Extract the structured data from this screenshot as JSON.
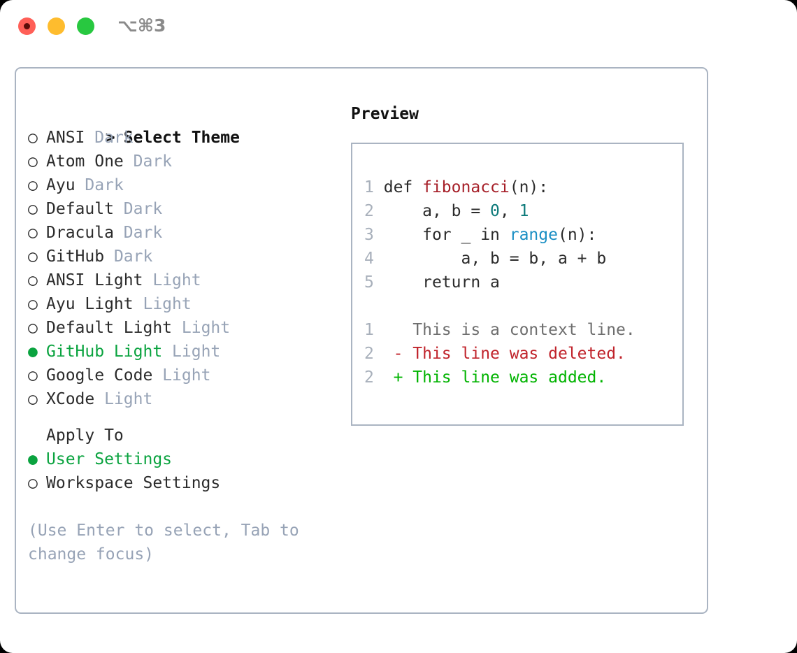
{
  "window": {
    "shortcut": "⌥⌘3",
    "traffic_lights": [
      {
        "name": "close",
        "color": "#ff5f57"
      },
      {
        "name": "minimize",
        "color": "#febc2e"
      },
      {
        "name": "maximize",
        "color": "#28c840"
      }
    ]
  },
  "theme_picker": {
    "header_prefix": "> ",
    "header": "Select Theme",
    "bullet_unselected": "○ ",
    "bullet_selected": "● ",
    "accent_color": "#0aa33f",
    "muted_color": "#97a3b6",
    "items": [
      {
        "name": "ANSI",
        "variant": "Dark",
        "selected": false
      },
      {
        "name": "Atom One",
        "variant": "Dark",
        "selected": false
      },
      {
        "name": "Ayu",
        "variant": "Dark",
        "selected": false
      },
      {
        "name": "Default",
        "variant": "Dark",
        "selected": false
      },
      {
        "name": "Dracula",
        "variant": "Dark",
        "selected": false
      },
      {
        "name": "GitHub",
        "variant": "Dark",
        "selected": false
      },
      {
        "name": "ANSI Light",
        "variant": "Light",
        "selected": false
      },
      {
        "name": "Ayu Light",
        "variant": "Light",
        "selected": false
      },
      {
        "name": "Default Light",
        "variant": "Light",
        "selected": false
      },
      {
        "name": "GitHub Light",
        "variant": "Light",
        "selected": true
      },
      {
        "name": "Google Code",
        "variant": "Light",
        "selected": false
      },
      {
        "name": "XCode",
        "variant": "Light",
        "selected": false
      }
    ]
  },
  "apply_to": {
    "header": "Apply To",
    "options": [
      {
        "label": "User Settings",
        "selected": true
      },
      {
        "label": "Workspace Settings",
        "selected": false
      }
    ]
  },
  "hint": "(Use Enter to select, Tab to change focus)",
  "preview": {
    "title": "Preview",
    "code_lines": [
      {
        "no": "1",
        "tokens": [
          {
            "t": "def ",
            "c": "plain"
          },
          {
            "t": "fibonacci",
            "c": "fn"
          },
          {
            "t": "(n):",
            "c": "plain"
          }
        ]
      },
      {
        "no": "2",
        "tokens": [
          {
            "t": "    a, b = ",
            "c": "plain"
          },
          {
            "t": "0",
            "c": "num"
          },
          {
            "t": ", ",
            "c": "plain"
          },
          {
            "t": "1",
            "c": "num"
          }
        ]
      },
      {
        "no": "3",
        "tokens": [
          {
            "t": "    for _ in ",
            "c": "plain"
          },
          {
            "t": "range",
            "c": "bi"
          },
          {
            "t": "(n):",
            "c": "plain"
          }
        ]
      },
      {
        "no": "4",
        "tokens": [
          {
            "t": "        a, b = b, a + b",
            "c": "plain"
          }
        ]
      },
      {
        "no": "5",
        "tokens": [
          {
            "t": "    return a",
            "c": "plain"
          }
        ]
      }
    ],
    "diff_lines": [
      {
        "no": "1",
        "marker": "  ",
        "text": "This is a context line.",
        "kind": "ctx"
      },
      {
        "no": "2",
        "marker": "- ",
        "text": "This line was deleted.",
        "kind": "del"
      },
      {
        "no": "2",
        "marker": "+ ",
        "text": "This line was added.",
        "kind": "add"
      }
    ]
  }
}
